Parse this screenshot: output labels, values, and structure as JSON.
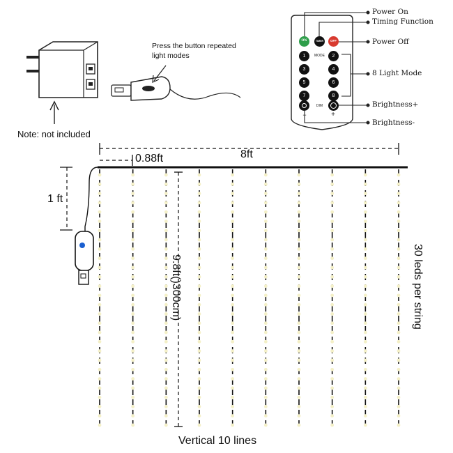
{
  "adapter": {
    "note": "Note: not included"
  },
  "usb_plug": {
    "instruction_line1": "Press the button repeated",
    "instruction_line2": "light modes"
  },
  "remote": {
    "buttons": {
      "on": "ON",
      "timer": "TIMER",
      "off": "OFF",
      "mode": "MODE",
      "dim": "DIM",
      "minus": "−",
      "plus": "+",
      "numbers_left": [
        "1",
        "3",
        "5",
        "7"
      ],
      "numbers_right": [
        "2",
        "4",
        "6",
        "8"
      ]
    },
    "labels": {
      "power_on": "Power On",
      "timing_function": "Timing Function",
      "power_off": "Power Off",
      "light_modes": "8 Light Mode",
      "brightness_up": "Brightness+",
      "brightness_down": "Brightness-"
    },
    "colors": {
      "on": "#2e9e4a",
      "off": "#d83a2f",
      "button": "#111111"
    }
  },
  "curtain": {
    "total_width": "8ft",
    "spacing": "0.88ft",
    "lead_length": "1 ft",
    "height": "9.8ft()300cm)",
    "leds_per_string": "30 leds per string",
    "lines_label": "Vertical 10 lines",
    "line_count": 10,
    "led_color": "#f4f0c8"
  }
}
